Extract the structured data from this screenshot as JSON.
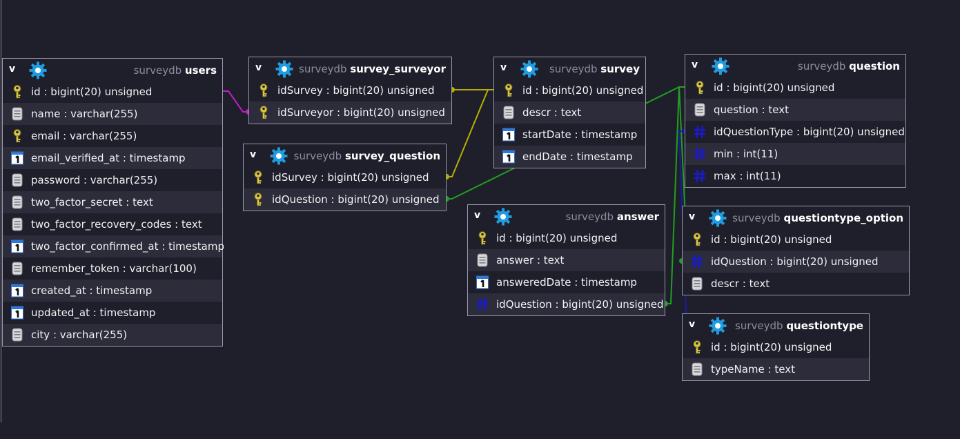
{
  "colors": {
    "background": "#1f1f2b",
    "border": "#9a9aa8",
    "row_alt": "#2c2c3a",
    "gear": "#1f9de0",
    "key": "#d8c84a",
    "link_magenta": "#c020c0",
    "link_yellow": "#b8b000",
    "link_green": "#20a020",
    "link_blue": "#1a1aa8"
  },
  "toggle_label": "v",
  "tables": [
    {
      "id": "users",
      "db": "surveydb",
      "name": "users",
      "fields": [
        {
          "text": "id : bigint(20) unsigned",
          "icon": "key-icon"
        },
        {
          "text": "name : varchar(255)",
          "icon": "text-icon"
        },
        {
          "text": "email : varchar(255)",
          "icon": "key-icon"
        },
        {
          "text": "email_verified_at : timestamp",
          "icon": "date-icon"
        },
        {
          "text": "password : varchar(255)",
          "icon": "text-icon"
        },
        {
          "text": "two_factor_secret : text",
          "icon": "text-icon"
        },
        {
          "text": "two_factor_recovery_codes : text",
          "icon": "text-icon"
        },
        {
          "text": "two_factor_confirmed_at : timestamp",
          "icon": "date-icon"
        },
        {
          "text": "remember_token : varchar(100)",
          "icon": "text-icon"
        },
        {
          "text": "created_at : timestamp",
          "icon": "date-icon"
        },
        {
          "text": "updated_at : timestamp",
          "icon": "date-icon"
        },
        {
          "text": "city : varchar(255)",
          "icon": "text-icon"
        }
      ]
    },
    {
      "id": "survey_surveyor",
      "db": "surveydb",
      "name": "survey_surveyor",
      "fields": [
        {
          "text": "idSurvey : bigint(20) unsigned",
          "icon": "key-icon"
        },
        {
          "text": "idSurveyor : bigint(20) unsigned",
          "icon": "key-icon"
        }
      ]
    },
    {
      "id": "survey_question",
      "db": "surveydb",
      "name": "survey_question",
      "fields": [
        {
          "text": "idSurvey : bigint(20) unsigned",
          "icon": "key-icon"
        },
        {
          "text": "idQuestion : bigint(20) unsigned",
          "icon": "key-icon"
        }
      ]
    },
    {
      "id": "survey",
      "db": "surveydb",
      "name": "survey",
      "fields": [
        {
          "text": "id : bigint(20) unsigned",
          "icon": "key-icon"
        },
        {
          "text": "descr : text",
          "icon": "text-icon"
        },
        {
          "text": "startDate : timestamp",
          "icon": "date-icon"
        },
        {
          "text": "endDate : timestamp",
          "icon": "date-icon"
        }
      ]
    },
    {
      "id": "question",
      "db": "surveydb",
      "name": "question",
      "fields": [
        {
          "text": "id : bigint(20) unsigned",
          "icon": "key-icon"
        },
        {
          "text": "question : text",
          "icon": "text-icon"
        },
        {
          "text": "idQuestionType : bigint(20) unsigned",
          "icon": "hash-icon"
        },
        {
          "text": "min : int(11)",
          "icon": "hash-icon"
        },
        {
          "text": "max : int(11)",
          "icon": "hash-icon"
        }
      ]
    },
    {
      "id": "answer",
      "db": "surveydb",
      "name": "answer",
      "fields": [
        {
          "text": "id : bigint(20) unsigned",
          "icon": "key-icon"
        },
        {
          "text": "answer : text",
          "icon": "text-icon"
        },
        {
          "text": "answeredDate : timestamp",
          "icon": "date-icon"
        },
        {
          "text": "idQuestion : bigint(20) unsigned",
          "icon": "hash-icon"
        }
      ]
    },
    {
      "id": "questiontype_option",
      "db": "surveydb",
      "name": "questiontype_option",
      "fields": [
        {
          "text": "id : bigint(20) unsigned",
          "icon": "key-icon"
        },
        {
          "text": "idQuestion : bigint(20) unsigned",
          "icon": "hash-icon"
        },
        {
          "text": "descr : text",
          "icon": "text-icon"
        }
      ]
    },
    {
      "id": "questiontype",
      "db": "surveydb",
      "name": "questiontype",
      "fields": [
        {
          "text": "id : bigint(20) unsigned",
          "icon": "key-icon"
        },
        {
          "text": "typeName : text",
          "icon": "text-icon"
        }
      ]
    }
  ],
  "links": [
    {
      "from": "users.id",
      "to": "survey_surveyor.idSurveyor",
      "color": "#c020c0"
    },
    {
      "from": "survey.id",
      "to": "survey_surveyor.idSurvey",
      "color": "#b8b000"
    },
    {
      "from": "survey.id",
      "to": "survey_question.idSurvey",
      "color": "#b8b000"
    },
    {
      "from": "question.id",
      "to": "survey_question.idQuestion",
      "color": "#20a020"
    },
    {
      "from": "question.id",
      "to": "answer.idQuestion",
      "color": "#20a020"
    },
    {
      "from": "question.id",
      "to": "questiontype_option.idQuestion",
      "color": "#20a020"
    },
    {
      "from": "questiontype.id",
      "to": "question.idQuestionType",
      "color": "#1a1aa8"
    }
  ]
}
